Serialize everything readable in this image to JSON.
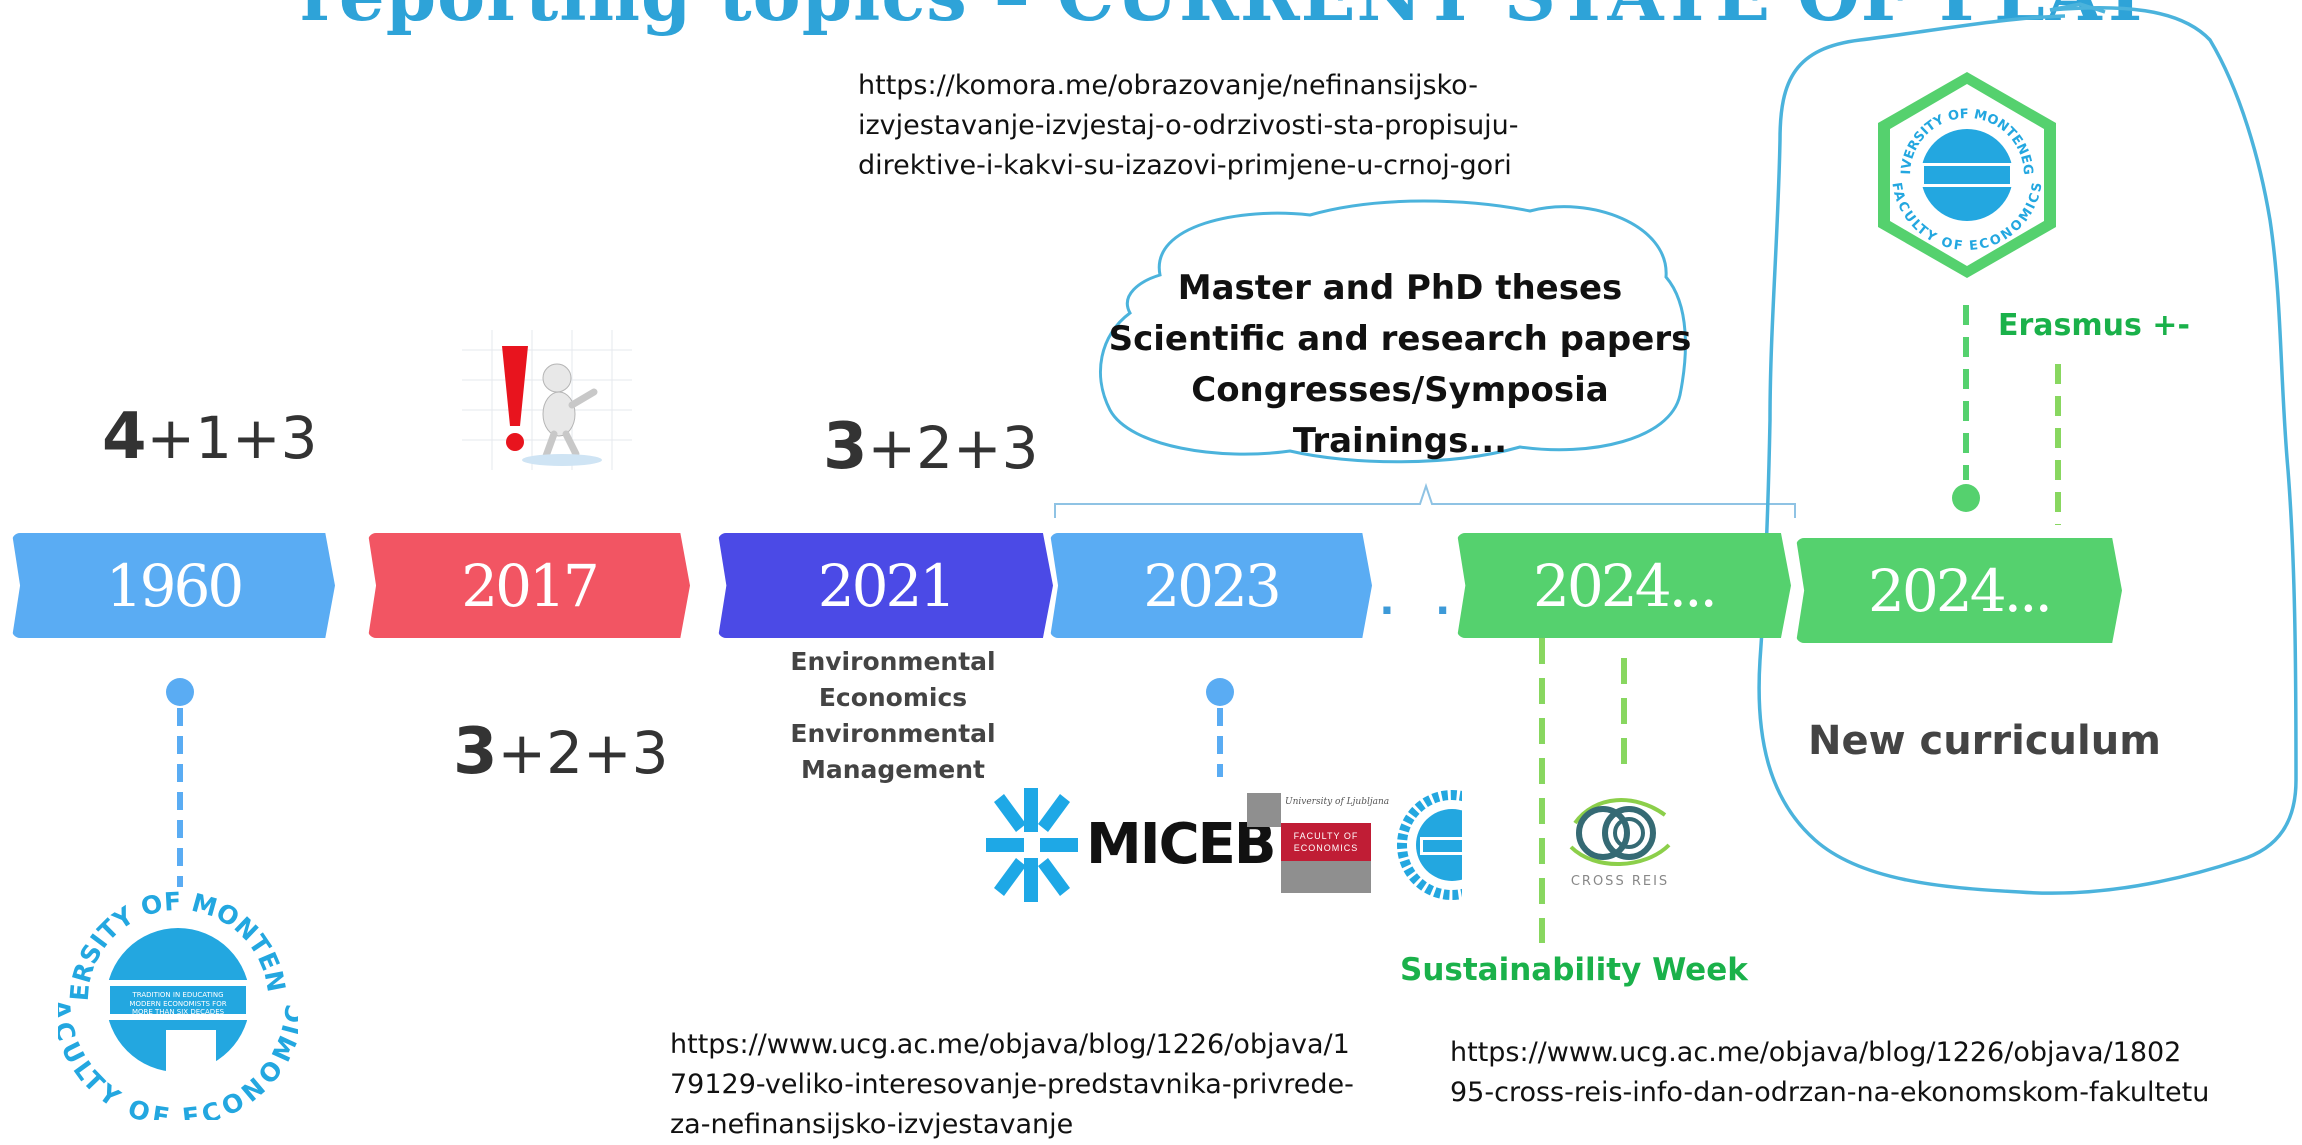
{
  "title": "reporting topics – CURRENT STATE OF PLAY",
  "links": {
    "komora": "https://komora.me/obrazovanje/nefinansijsko-\nizvjestavanje-izvjestaj-o-odrzivosti-sta-propisuju-\ndirektive-i-kakvi-su-izazovi-primjene-u-crnoj-gori",
    "ucg1": "https://www.ucg.ac.me/objava/blog/1226/objava/1\n79129-veliko-interesovanje-predstavnika-privrede-\nza-nefinansijsko-izvjestavanje",
    "ucg2": "https://www.ucg.ac.me/objava/blog/1226/objava/1802\n95-cross-reis-info-dan-odrzan-na-ekonomskom-fakultetu"
  },
  "formulas": {
    "f1960": {
      "bold": "4",
      "rest": "+1+3"
    },
    "f2017": {
      "bold": "3",
      "rest": "+2+3"
    },
    "f2021": {
      "bold": "3",
      "rest": "+2+3"
    }
  },
  "timeline": [
    {
      "label": "1960",
      "color": "#5aacf3"
    },
    {
      "label": "2017",
      "color": "#f25563"
    },
    {
      "label": "2021",
      "color": "#4b4ae6"
    },
    {
      "label": "2023",
      "color": "#5aacf3"
    },
    {
      "label": "2024...",
      "color": "#55d16e"
    },
    {
      "label": "2024...",
      "color": "#55d16e"
    }
  ],
  "dots": ". .",
  "cloud": {
    "line1": "Master and PhD theses",
    "line2": "Scientific and research papers",
    "line3": "Congresses/Symposia",
    "line4": "Trainings..."
  },
  "environmental": {
    "line1": "Environmental",
    "line2": "Economics",
    "line3": "Environmental",
    "line4": "Management"
  },
  "erasmus": "Erasmus +-",
  "sustainability_week": "Sustainability Week",
  "new_curriculum": "New curriculum",
  "logos": {
    "faculty_top": "UNIVERSITY OF MONTENEGRO",
    "faculty_bottom": "FACULTY OF ECONOMICS",
    "faculty_tagline": "TRADITION IN EDUCATING MODERN ECONOMISTS FOR MORE THAN SIX DECADES",
    "miceb": "MICEB",
    "ljubljana_small": "University of Ljubljana",
    "ljubljana_main": "FACULTY OF ECONOMICS",
    "cross_reis": "CROSS REIS"
  },
  "colors": {
    "title": "#2ea3d8",
    "accent_blue": "#5aacf3",
    "accent_green": "#55d16e",
    "text_green": "#1ab14a",
    "outline": "#4bb3dc"
  }
}
